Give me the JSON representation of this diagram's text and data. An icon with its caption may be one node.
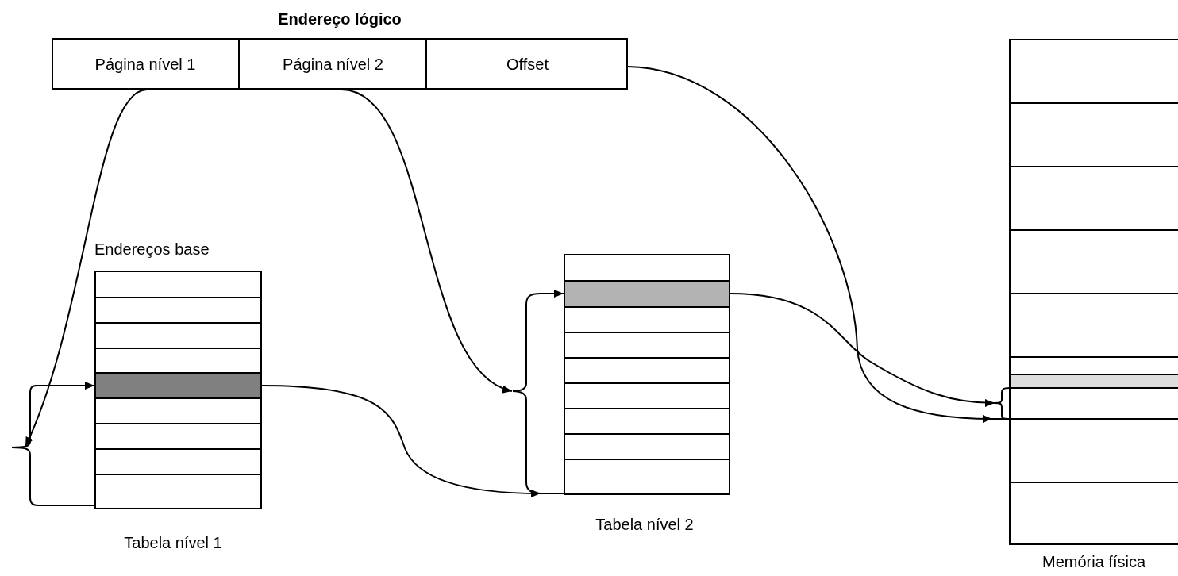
{
  "diagram": {
    "nodes": [
      {
        "text": [
          "Endereço lógico"
        ]
      },
      {
        "text": [
          "Página nível 1"
        ],
        "in": 0
      },
      {
        "text": [
          "Página nível 2"
        ],
        "in": 0
      },
      {
        "text": [
          "Offset"
        ],
        "in": 0
      },
      {
        "text": [
          "Endereços base"
        ],
        "beside": [
          "Tabela nível 1"
        ]
      },
      {
        "text": [],
        "shape": "bar",
        "in": 4
      },
      {
        "text": [],
        "shape": "box",
        "beside": [
          "Tabela nível 2"
        ]
      },
      {
        "text": [],
        "shape": "bar",
        "in": 6
      },
      {
        "text": [],
        "shape": "box",
        "beside": [
          "Memória física"
        ]
      },
      {
        "text": [],
        "shape": "bracket"
      },
      {
        "text": [],
        "shape": "bracket"
      },
      {
        "text": [],
        "shape": "bracket"
      }
    ],
    "edges": [
      {
        "from": 1,
        "to": 9,
        "arrow": "to"
      },
      {
        "from": 9,
        "to": 5,
        "arrow": "to"
      },
      {
        "from": 5,
        "to": 10,
        "arrow": "to"
      },
      {
        "from": 2,
        "to": 10,
        "arrow": "to"
      },
      {
        "from": 10,
        "to": 7,
        "arrow": "to"
      },
      {
        "from": 7,
        "to": 11,
        "arrow": "to"
      },
      {
        "from": 3,
        "to": 11,
        "arrow": "to"
      }
    ]
  }
}
